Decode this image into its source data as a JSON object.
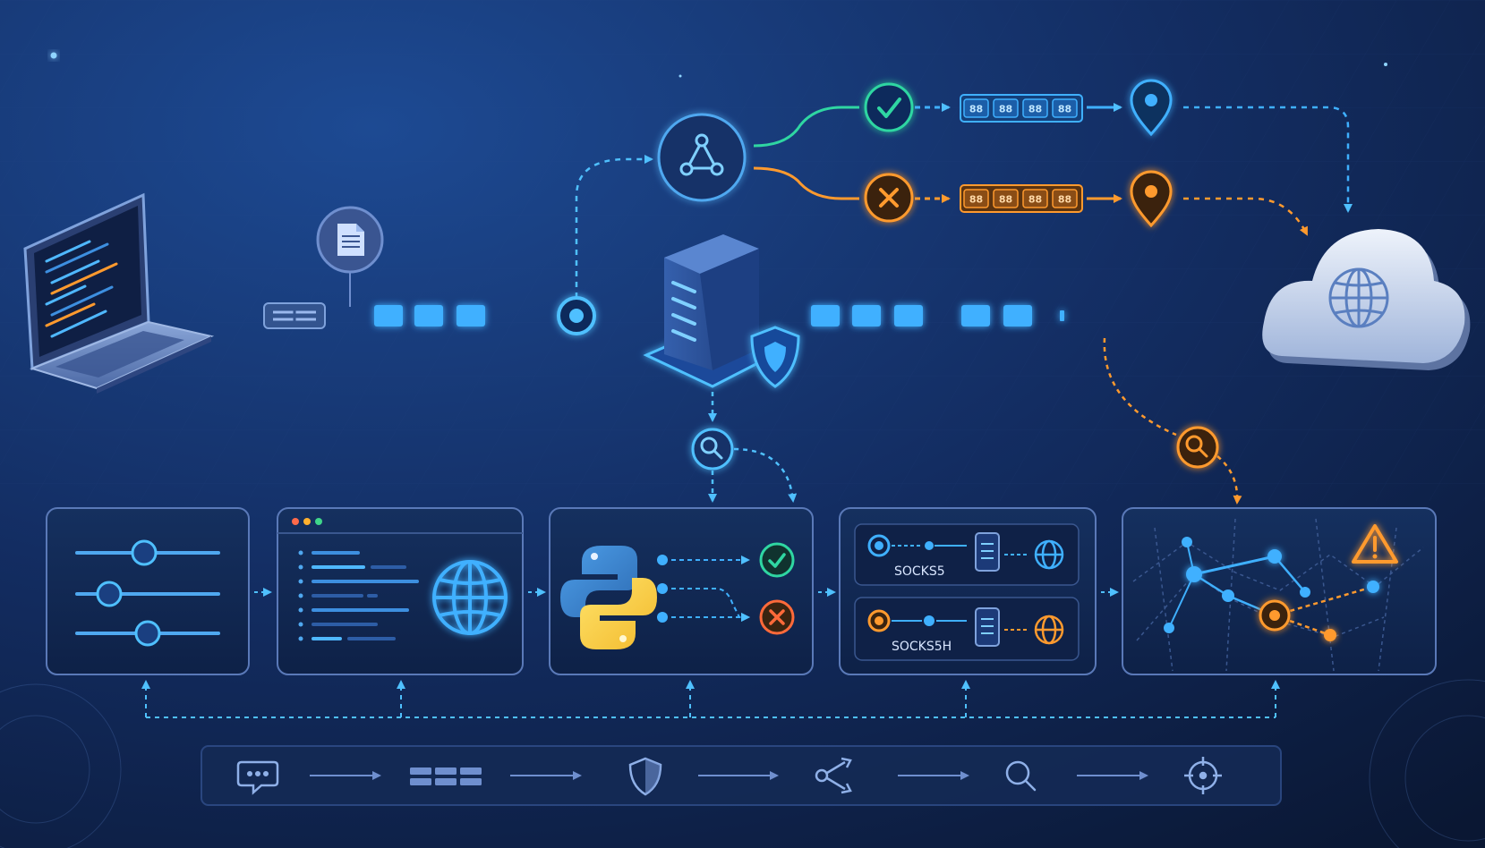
{
  "colors": {
    "background_top": "#173a78",
    "background_bottom": "#0a1733",
    "accent_blue": "#3fb0ff",
    "success_teal": "#2fd6a2",
    "warning_orange": "#ff9a2e",
    "error_orange": "#ff8a2a",
    "panel_fill": "#11244a",
    "panel_stroke": "#5a79b8"
  },
  "flow": {
    "source": {
      "icon": "laptop-code-icon"
    },
    "request_doc": {
      "icon": "document-icon"
    },
    "proxy_server": {
      "icon": "server-icon",
      "badge": "shield-icon"
    },
    "router": {
      "icon": "network-nodes-icon"
    },
    "success_path": {
      "icon": "check-circle-icon",
      "packets": [
        "88",
        "88",
        "88",
        "88"
      ],
      "pin": "location-pin-icon"
    },
    "failure_path": {
      "icon": "x-circle-icon",
      "packets": [
        "88",
        "88",
        "88",
        "88"
      ],
      "pin": "location-pin-icon"
    },
    "destination": {
      "icon": "cloud-globe-icon"
    },
    "inspect_server": {
      "icon": "magnifier-icon"
    },
    "inspect_remote": {
      "icon": "magnifier-icon"
    }
  },
  "panels": [
    {
      "id": "config",
      "icon": "sliders-icon"
    },
    {
      "id": "browser",
      "icon": "globe-icon"
    },
    {
      "id": "python",
      "icon": "python-logo-icon"
    },
    {
      "id": "socks",
      "rows": [
        {
          "label": "SOCKS5"
        },
        {
          "label": "SOCKS5H"
        }
      ]
    },
    {
      "id": "network",
      "icon": "warning-triangle-icon"
    }
  ],
  "pipeline": [
    {
      "icon": "chat-icon"
    },
    {
      "icon": "packets-icon"
    },
    {
      "icon": "shield-icon"
    },
    {
      "icon": "share-nodes-icon"
    },
    {
      "icon": "search-icon"
    },
    {
      "icon": "crosshair-icon"
    }
  ]
}
